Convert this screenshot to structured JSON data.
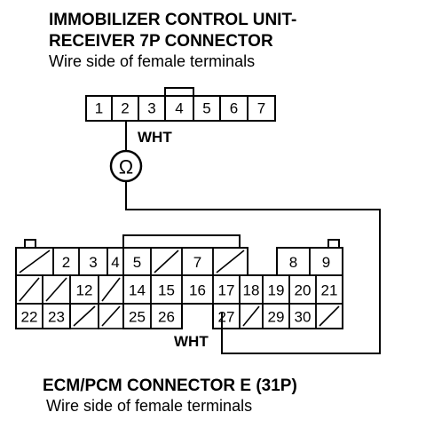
{
  "top_connector": {
    "title_line1": "IMMOBILIZER CONTROL UNIT-",
    "title_line2": "RECEIVER 7P CONNECTOR",
    "subtitle": "Wire side of female terminals",
    "pins": [
      "1",
      "2",
      "3",
      "4",
      "5",
      "6",
      "7"
    ],
    "wire_color": "WHT"
  },
  "meter": {
    "symbol": "Ω"
  },
  "bottom_connector": {
    "title": "ECM/PCM CONNECTOR E (31P)",
    "subtitle": "Wire side of female terminals",
    "wire_color": "WHT",
    "row1": [
      "",
      "2",
      "3",
      "4",
      "5",
      "",
      "7",
      "",
      "8",
      "9"
    ],
    "row2": [
      "",
      "",
      "12",
      "",
      "14",
      "15",
      "16",
      "17",
      "18",
      "19",
      "20",
      "21"
    ],
    "row3": [
      "22",
      "23",
      "",
      "",
      "25",
      "26",
      "",
      "27",
      "",
      "29",
      "30",
      ""
    ]
  },
  "colors": {
    "ink": "#000000",
    "background": "#ffffff"
  }
}
